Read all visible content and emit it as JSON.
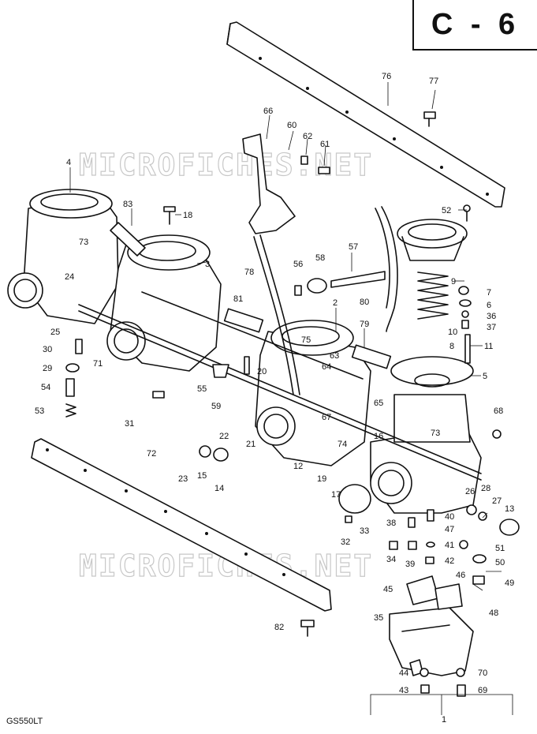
{
  "page": {
    "section_code": "C - 6",
    "model_code": "GS550LT",
    "watermark": "MICROFICHES.NET"
  },
  "parts": {
    "p1": "1",
    "p2": "2",
    "p3": "3",
    "p4": "4",
    "p5": "5",
    "p6": "6",
    "p7": "7",
    "p8": "8",
    "p9": "9",
    "p10": "10",
    "p11": "11",
    "p12": "12",
    "p13": "13",
    "p14": "14",
    "p15": "15",
    "p16": "16",
    "p17": "17",
    "p18": "18",
    "p19": "19",
    "p20": "20",
    "p21": "21",
    "p22": "22",
    "p23": "23",
    "p24": "24",
    "p25": "25",
    "p26": "26",
    "p27": "27",
    "p28": "28",
    "p29": "29",
    "p30": "30",
    "p31": "31",
    "p32": "32",
    "p33": "33",
    "p34": "34",
    "p35": "35",
    "p36": "36",
    "p37": "37",
    "p38": "38",
    "p39": "39",
    "p40": "40",
    "p41": "41",
    "p42": "42",
    "p43": "43",
    "p44": "44",
    "p45": "45",
    "p46": "46",
    "p47": "47",
    "p48": "48",
    "p49": "49",
    "p50": "50",
    "p51": "51",
    "p52": "52",
    "p53": "53",
    "p54": "54",
    "p55": "55",
    "p56": "56",
    "p57": "57",
    "p58": "58",
    "p59": "59",
    "p60": "60",
    "p61": "61",
    "p62": "62",
    "p63": "63",
    "p64": "64",
    "p65": "65",
    "p66": "66",
    "p67": "67",
    "p68": "68",
    "p69": "69",
    "p70": "70",
    "p71": "71",
    "p72": "72",
    "p73": "73",
    "p74": "74",
    "p75": "75",
    "p76": "76",
    "p77": "77",
    "p78": "78",
    "p79": "79",
    "p80": "80",
    "p81": "81",
    "p82": "82",
    "p83": "83"
  }
}
